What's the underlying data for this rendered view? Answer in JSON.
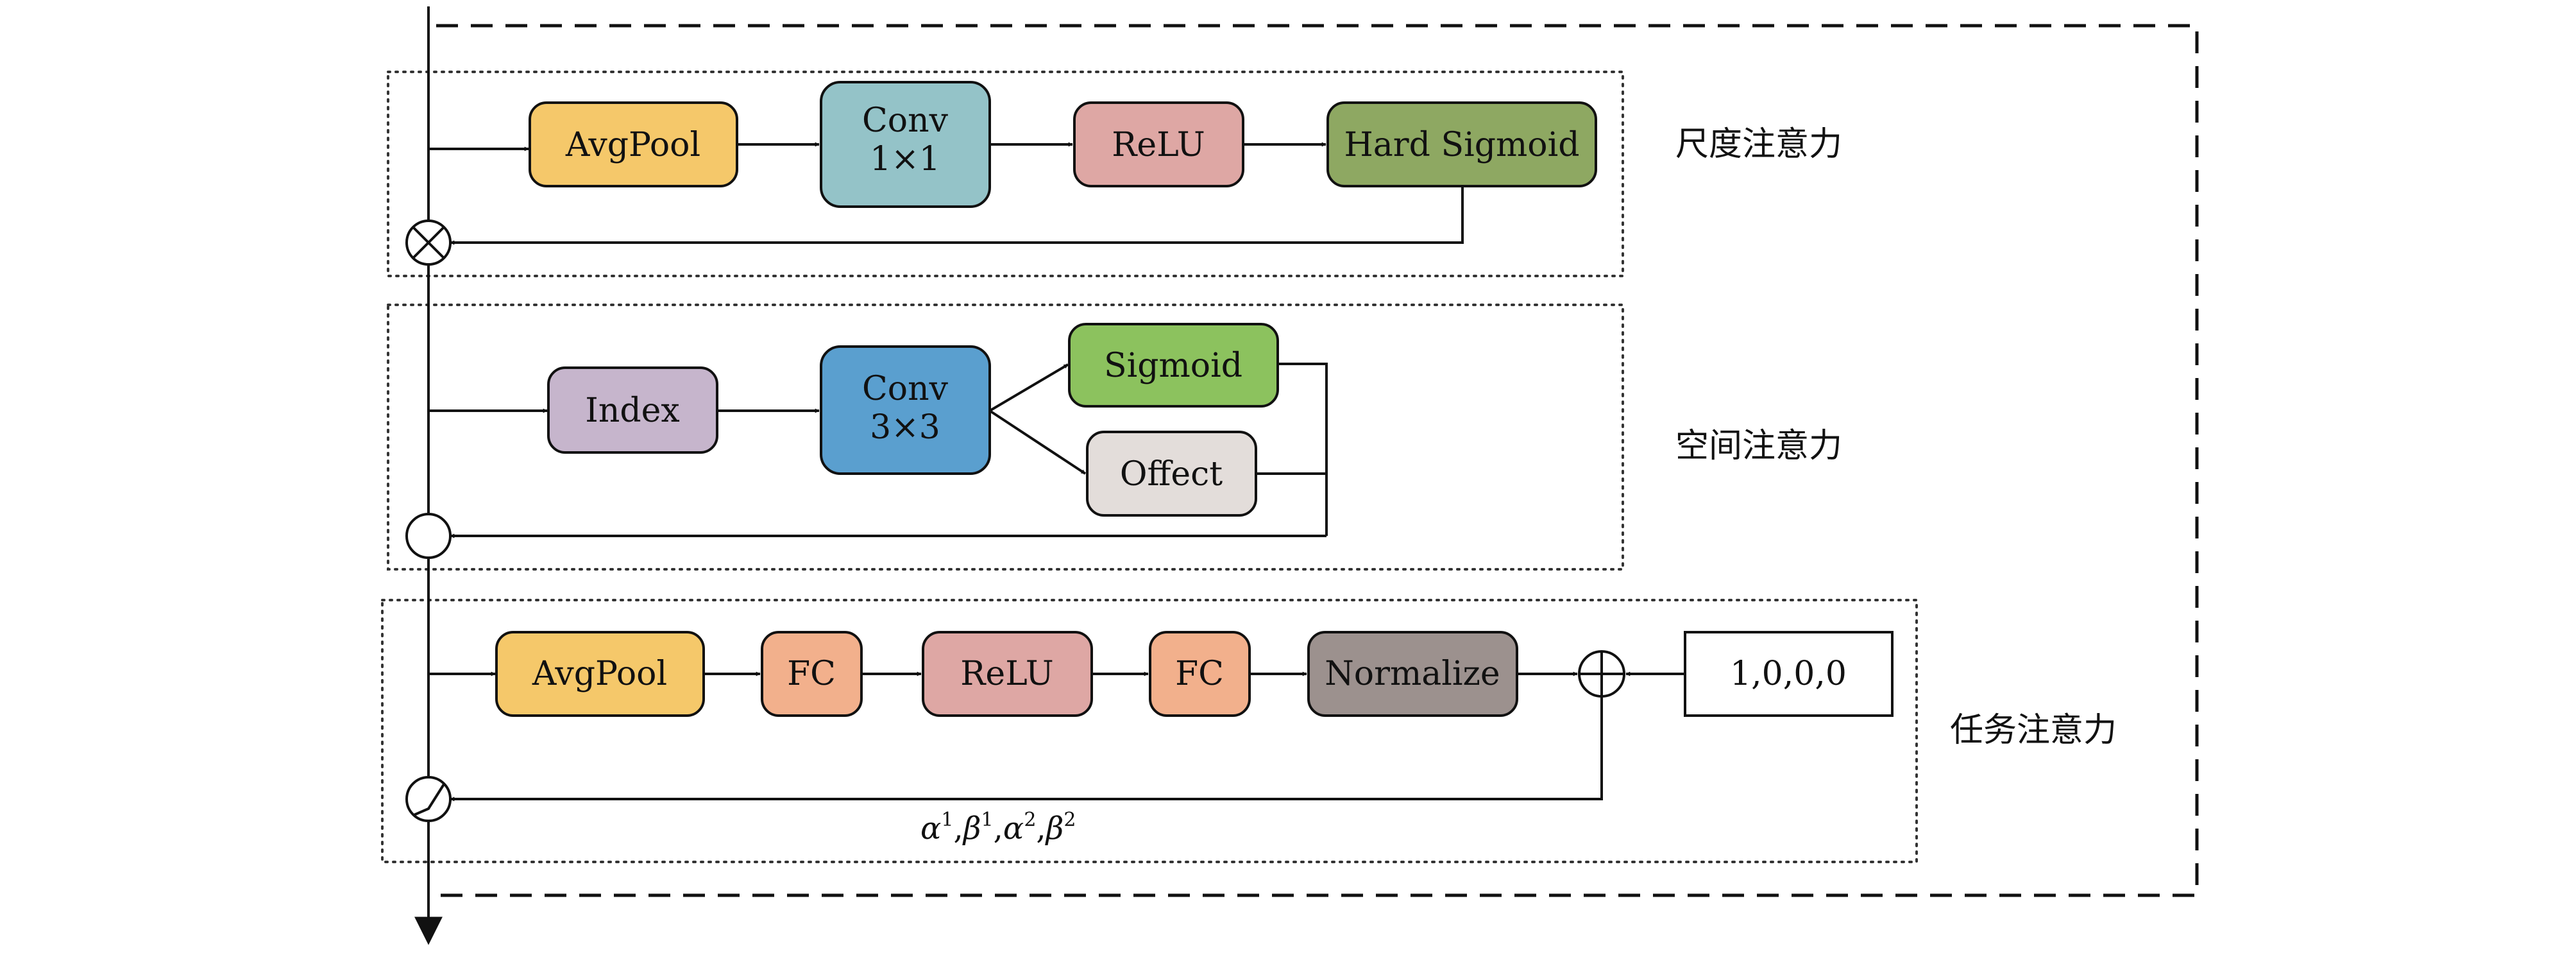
{
  "boxes": {
    "scale_avgpool": "AvgPool",
    "scale_conv_line1": "Conv",
    "scale_conv_line2": "1×1",
    "scale_relu": "ReLU",
    "scale_hardsigmoid": "Hard Sigmoid",
    "spatial_index": "Index",
    "spatial_conv_line1": "Conv",
    "spatial_conv_line2": "3×3",
    "spatial_sigmoid": "Sigmoid",
    "spatial_offect": "Offect",
    "task_avgpool": "AvgPool",
    "task_fc1": "FC",
    "task_relu": "ReLU",
    "task_fc2": "FC",
    "task_normalize": "Normalize",
    "task_init": "1,0,0,0"
  },
  "labels": {
    "scale_attention": "尺度注意力",
    "spatial_attention": "空间注意力",
    "task_attention": "任务注意力"
  },
  "math": {
    "alpha": "α",
    "beta": "β",
    "sup1": "1",
    "sup2": "2",
    "comma": ","
  },
  "colors": {
    "avgpool": "#F5C86A",
    "conv1x1": "#94C3C8",
    "relu": "#DEA7A4",
    "hardsigmoid": "#8EA862",
    "index": "#C6B5CC",
    "conv3x3": "#5A9FCF",
    "sigmoid": "#8CC25E",
    "offect": "#E3DDDA",
    "fc": "#F2B08C",
    "normalize": "#9C918E",
    "init": "#FFFFFF"
  }
}
